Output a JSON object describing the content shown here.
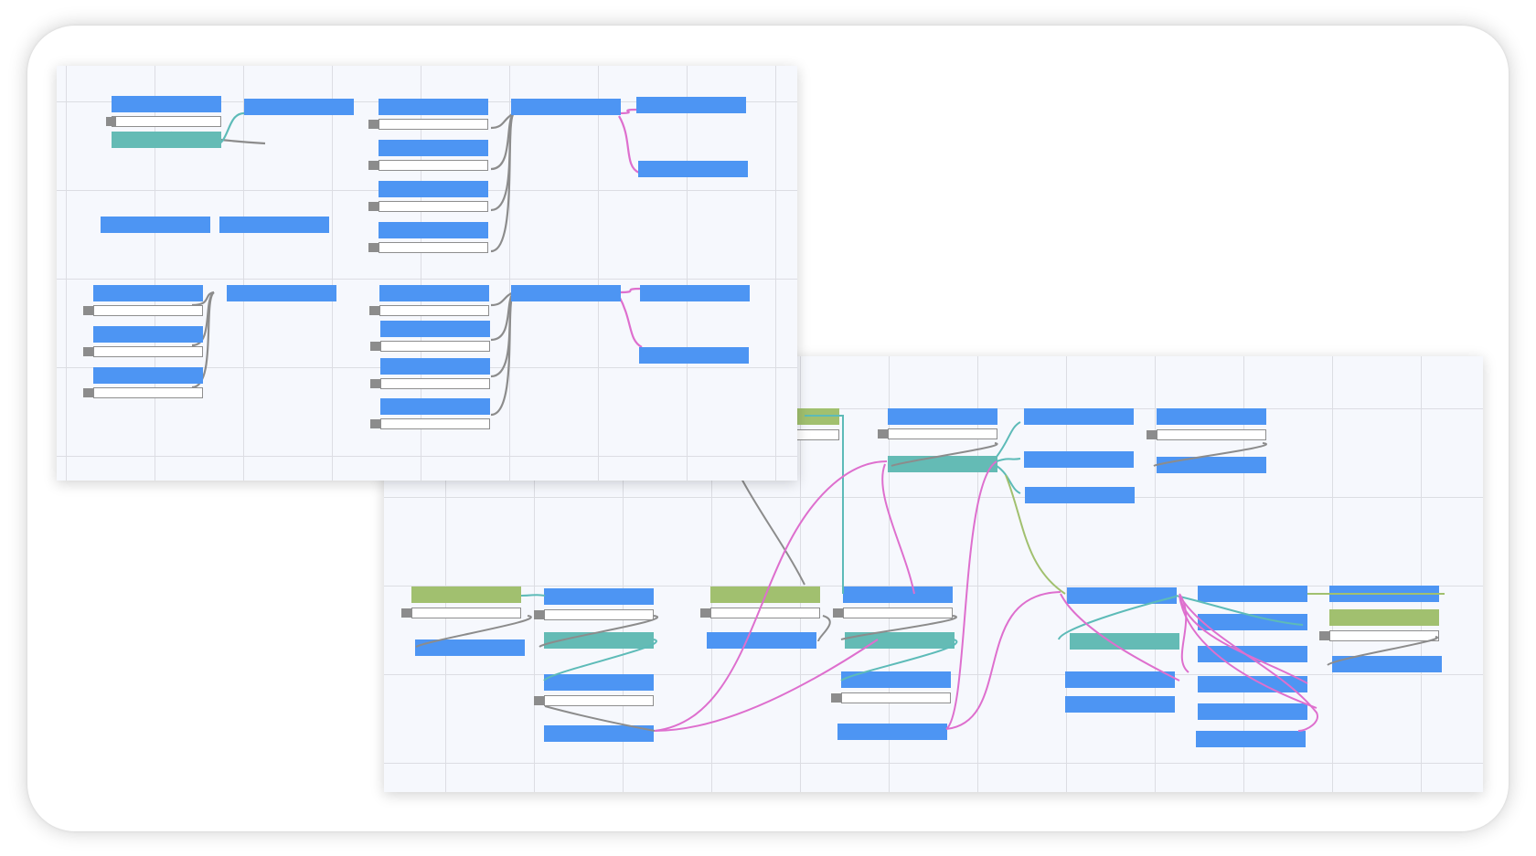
{
  "colors": {
    "node_blue": "#4d95f3",
    "node_teal": "#64bbb5",
    "node_green": "#a1c06f",
    "wire_pink": "#de6fce",
    "wire_gray": "#8c8c8c",
    "wire_teal": "#5dbbb8",
    "wire_green": "#a1c06f",
    "grid": "#dcdde3",
    "canvas": "#f6f8fd"
  },
  "panels": [
    {
      "name": "overview-canvas",
      "kind": "node-graph"
    },
    {
      "name": "zoomed-canvas",
      "kind": "node-graph"
    }
  ]
}
